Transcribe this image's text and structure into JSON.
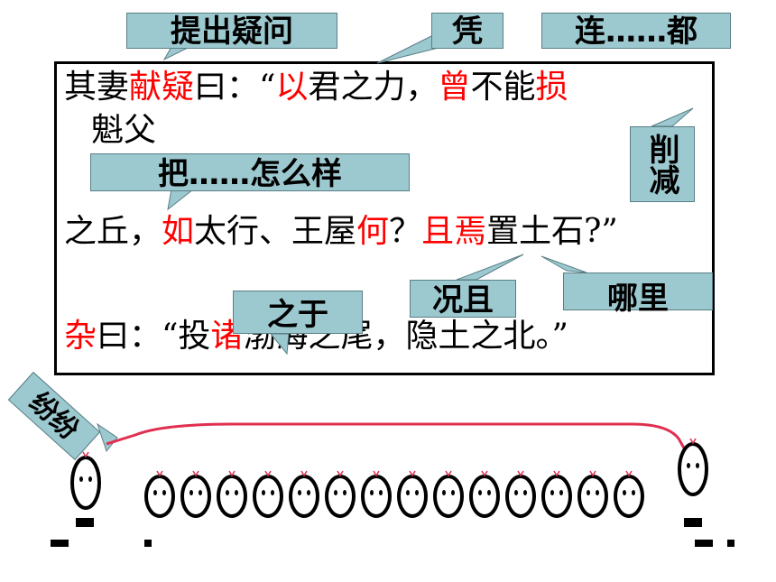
{
  "passage": {
    "line1": [
      {
        "t": "其妻",
        "hl": false
      },
      {
        "t": "献疑",
        "hl": true
      },
      {
        "t": "曰：“",
        "hl": false
      },
      {
        "t": "以",
        "hl": true
      },
      {
        "t": "君之力，",
        "hl": false
      },
      {
        "t": "曾",
        "hl": true
      },
      {
        "t": "不能",
        "hl": false
      },
      {
        "t": "损",
        "hl": true
      }
    ],
    "line2": "魁父",
    "line3": [
      {
        "t": "之丘，",
        "hl": false
      },
      {
        "t": "如",
        "hl": true
      },
      {
        "t": "太行、王屋",
        "hl": false
      },
      {
        "t": "何",
        "hl": true
      },
      {
        "t": "？",
        "hl": false
      },
      {
        "t": "且焉",
        "hl": true
      },
      {
        "t": "置土石?”",
        "hl": false
      }
    ],
    "line4": [
      {
        "t": "杂",
        "hl": true
      },
      {
        "t": "曰：“投",
        "hl": false
      },
      {
        "t": "诸",
        "hl": true
      },
      {
        "t": "渤海之尾，隐土之北。”",
        "hl": false
      }
    ]
  },
  "callouts": {
    "tichu_yiwen": "提出疑问",
    "ping": "凭",
    "lian_dou": "连……都",
    "xue_jian": "削减",
    "ba_zenmeyang": "把……怎么样",
    "zhi_yu": "之于",
    "kuang_qie": "况且",
    "nali": "哪里",
    "fen_fen": "纷纷"
  },
  "colors": {
    "highlight": "#ff0000",
    "callout": "#9cc8cf",
    "rope": "#e03050"
  }
}
